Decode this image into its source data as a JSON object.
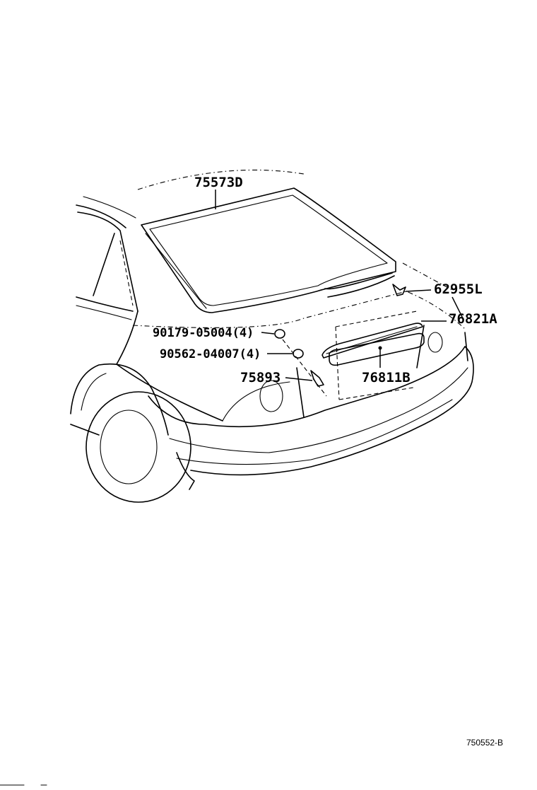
{
  "diagram": {
    "callouts": [
      {
        "id": "75573D",
        "text": "75573D"
      },
      {
        "id": "62955L",
        "text": "62955L"
      },
      {
        "id": "76821A",
        "text": "76821A"
      },
      {
        "id": "90179-05004",
        "text": "90179-05004(4)"
      },
      {
        "id": "90562-04007",
        "text": "90562-04007(4)"
      },
      {
        "id": "75893",
        "text": "75893"
      },
      {
        "id": "76811B",
        "text": "76811B"
      }
    ],
    "figure_code": "750552-B"
  }
}
